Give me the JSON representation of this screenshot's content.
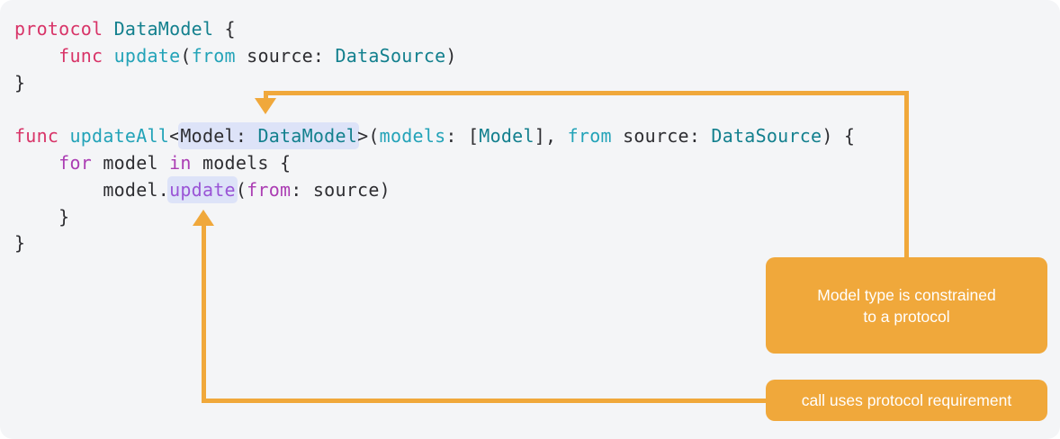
{
  "colors": {
    "background": "#f4f5f7",
    "code_text": "#2e2e32",
    "keyword_pink": "#d83468",
    "keyword_purple": "#ab3db3",
    "call_violet": "#9a55d6",
    "func_cyan": "#23a3b8",
    "type_teal": "#13808e",
    "highlight_bg": "#dde3f8",
    "accent_orange": "#f0a83b",
    "callout_text": "#ffffff"
  },
  "code_lines": [
    {
      "tokens": [
        {
          "t": "protocol",
          "c": "pink"
        },
        {
          "t": " ",
          "c": "plain"
        },
        {
          "t": "DataModel",
          "c": "teal"
        },
        {
          "t": " {",
          "c": "plain"
        }
      ]
    },
    {
      "tokens": [
        {
          "t": "    ",
          "c": "plain"
        },
        {
          "t": "func",
          "c": "pink"
        },
        {
          "t": " ",
          "c": "plain"
        },
        {
          "t": "update",
          "c": "cyan"
        },
        {
          "t": "(",
          "c": "plain"
        },
        {
          "t": "from",
          "c": "cyan"
        },
        {
          "t": " source: ",
          "c": "plain"
        },
        {
          "t": "DataSource",
          "c": "teal"
        },
        {
          "t": ")",
          "c": "plain"
        }
      ]
    },
    {
      "tokens": [
        {
          "t": "}",
          "c": "plain"
        }
      ]
    },
    {
      "tokens": []
    },
    {
      "tokens": [
        {
          "t": "func",
          "c": "pink"
        },
        {
          "t": " ",
          "c": "plain"
        },
        {
          "t": "updateAll",
          "c": "cyan"
        },
        {
          "t": "<",
          "c": "plain"
        },
        {
          "t": "Model: ",
          "c": "plain",
          "hl": true
        },
        {
          "t": "DataModel",
          "c": "teal",
          "hl": true
        },
        {
          "t": ">(",
          "c": "plain"
        },
        {
          "t": "models",
          "c": "cyan"
        },
        {
          "t": ": [",
          "c": "plain"
        },
        {
          "t": "Model",
          "c": "teal"
        },
        {
          "t": "], ",
          "c": "plain"
        },
        {
          "t": "from",
          "c": "cyan"
        },
        {
          "t": " source: ",
          "c": "plain"
        },
        {
          "t": "DataSource",
          "c": "teal"
        },
        {
          "t": ") {",
          "c": "plain"
        }
      ]
    },
    {
      "tokens": [
        {
          "t": "    ",
          "c": "plain"
        },
        {
          "t": "for",
          "c": "purple"
        },
        {
          "t": " model ",
          "c": "plain"
        },
        {
          "t": "in",
          "c": "purple"
        },
        {
          "t": " models {",
          "c": "plain"
        }
      ]
    },
    {
      "tokens": [
        {
          "t": "        model.",
          "c": "plain"
        },
        {
          "t": "update",
          "c": "violet",
          "hl": true
        },
        {
          "t": "(",
          "c": "plain"
        },
        {
          "t": "from",
          "c": "purple"
        },
        {
          "t": ": source)",
          "c": "plain"
        }
      ]
    },
    {
      "tokens": [
        {
          "t": "    }",
          "c": "plain"
        }
      ]
    },
    {
      "tokens": [
        {
          "t": "}",
          "c": "plain"
        }
      ]
    }
  ],
  "callouts": [
    {
      "text": "Model type is constrained\nto a protocol"
    },
    {
      "text": "call uses protocol requirement"
    }
  ]
}
